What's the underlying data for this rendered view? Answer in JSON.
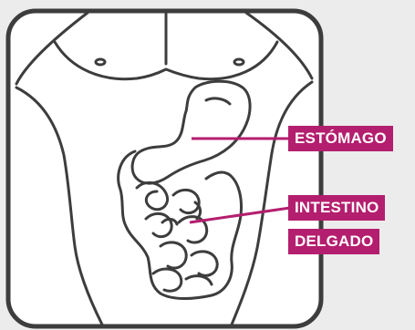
{
  "labels": {
    "stomach": "ESTÓMAGO",
    "small_intestine_line1": "INTESTINO",
    "small_intestine_line2": "DELGADO"
  },
  "colors": {
    "accent": "#b41e6e",
    "outline": "#3d3d3d",
    "background": "#ececec",
    "panel": "#ffffff"
  }
}
